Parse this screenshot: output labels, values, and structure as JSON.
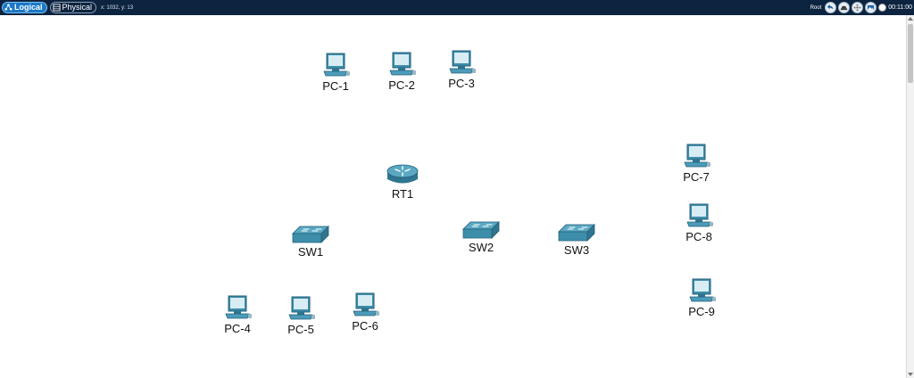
{
  "toolbar": {
    "tabs": [
      {
        "label": "Logical",
        "active": true
      },
      {
        "label": "Physical",
        "active": false
      }
    ],
    "coordinates": "x: 1032, y: 13",
    "root_label": "Root",
    "clock": "00:11:00",
    "icons": [
      "back-icon",
      "navigation-icon",
      "viewport-icon",
      "background-image-icon"
    ]
  },
  "colors": {
    "bar": "#0d2440",
    "active_tab": "#1a78c8",
    "device": "#3d8eaa"
  },
  "devices": [
    {
      "name": "PC-1",
      "type": "pc"
    },
    {
      "name": "PC-2",
      "type": "pc"
    },
    {
      "name": "PC-3",
      "type": "pc"
    },
    {
      "name": "RT1",
      "type": "router"
    },
    {
      "name": "PC-7",
      "type": "pc"
    },
    {
      "name": "PC-8",
      "type": "pc"
    },
    {
      "name": "SW1",
      "type": "switch"
    },
    {
      "name": "SW2",
      "type": "switch"
    },
    {
      "name": "SW3",
      "type": "switch"
    },
    {
      "name": "PC-9",
      "type": "pc"
    },
    {
      "name": "PC-4",
      "type": "pc"
    },
    {
      "name": "PC-5",
      "type": "pc"
    },
    {
      "name": "PC-6",
      "type": "pc"
    }
  ]
}
